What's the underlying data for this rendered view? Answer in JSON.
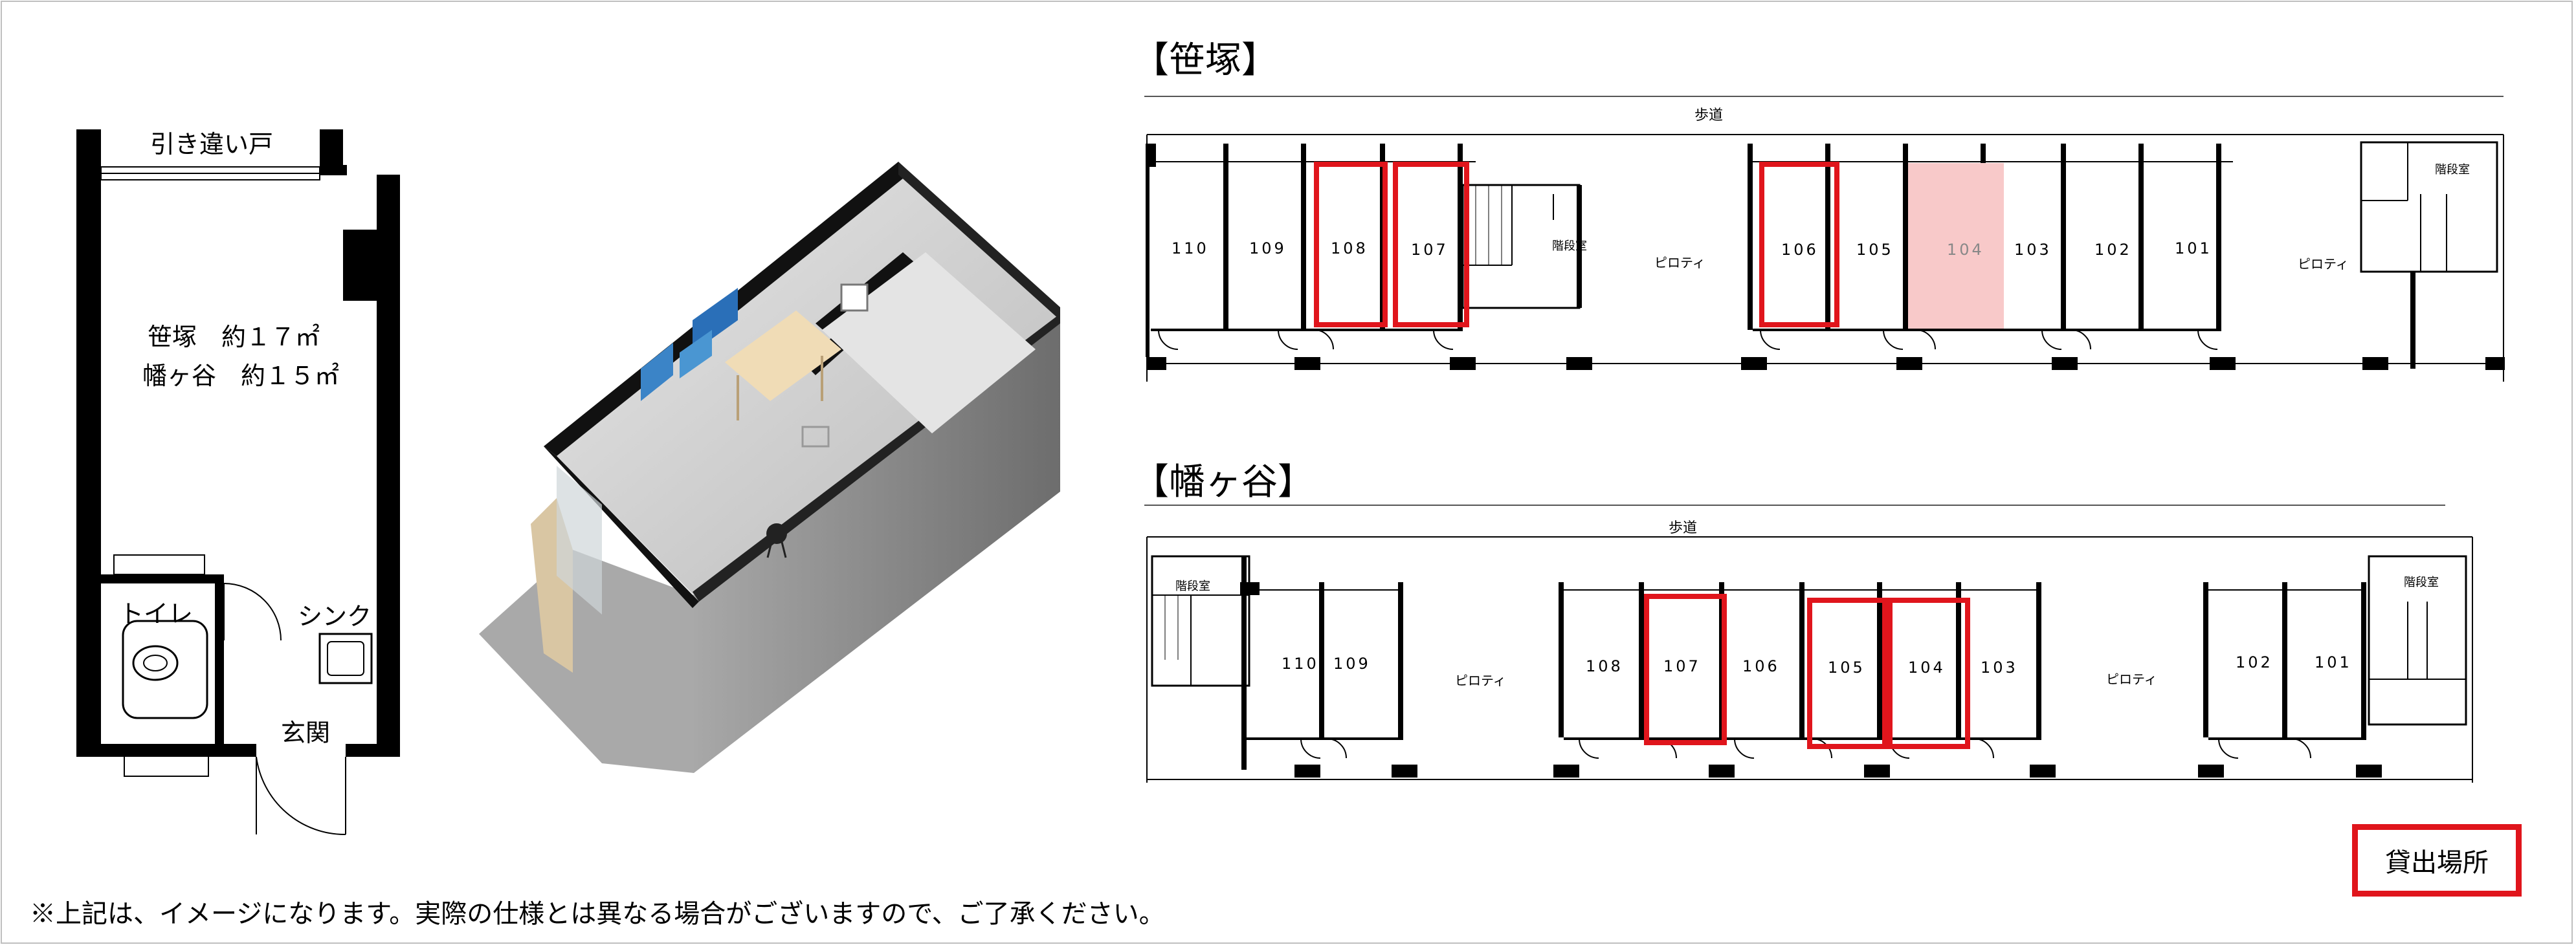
{
  "floor_plan": {
    "sliding_door_label": "引き違い戸",
    "area_line1": "笹塚　約１７㎡",
    "area_line2": "幡ヶ谷　約１５㎡",
    "toilet_label": "トイレ",
    "sink_label": "シンク",
    "entrance_label": "玄関"
  },
  "sasazuka": {
    "title": "【笹塚】",
    "walkway_label": "歩道",
    "piloti_label": "ピロティ",
    "stair_label": "階段室",
    "units": [
      {
        "number": "110",
        "status": "none"
      },
      {
        "number": "109",
        "status": "none"
      },
      {
        "number": "108",
        "status": "rental"
      },
      {
        "number": "107",
        "status": "rental"
      },
      {
        "number": "106",
        "status": "rental"
      },
      {
        "number": "105",
        "status": "none"
      },
      {
        "number": "104",
        "status": "shaded"
      },
      {
        "number": "103",
        "status": "none"
      },
      {
        "number": "102",
        "status": "none"
      },
      {
        "number": "101",
        "status": "none"
      }
    ]
  },
  "hatagaya": {
    "title": "【幡ヶ谷】",
    "walkway_label": "歩道",
    "piloti_label": "ピロティ",
    "stair_label": "階段室",
    "units": [
      {
        "number": "110",
        "status": "none"
      },
      {
        "number": "109",
        "status": "none"
      },
      {
        "number": "108",
        "status": "none"
      },
      {
        "number": "107",
        "status": "rental"
      },
      {
        "number": "106",
        "status": "none"
      },
      {
        "number": "105",
        "status": "rental"
      },
      {
        "number": "104",
        "status": "rental"
      },
      {
        "number": "103",
        "status": "none"
      },
      {
        "number": "102",
        "status": "none"
      },
      {
        "number": "101",
        "status": "none"
      }
    ]
  },
  "legend": {
    "label": "貸出場所",
    "color": "#e0151c"
  },
  "colors": {
    "rental": "#e0151c",
    "shaded": "#f8c9c9",
    "wall": "#000000"
  },
  "note": "※上記は、イメージになります。実際の仕様とは異なる場合がございますので、ご了承ください。"
}
